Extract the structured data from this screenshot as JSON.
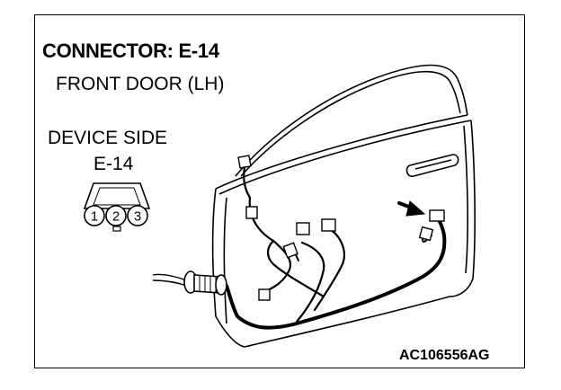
{
  "title": "CONNECTOR: E-14",
  "subtitle": "FRONT DOOR (LH)",
  "device_side_label": "DEVICE SIDE",
  "device_code": "E-14",
  "connector_pins": [
    "1",
    "2",
    "3"
  ],
  "figure_id": "AC106556AG",
  "colors": {
    "ink": "#000000",
    "background": "#ffffff"
  }
}
